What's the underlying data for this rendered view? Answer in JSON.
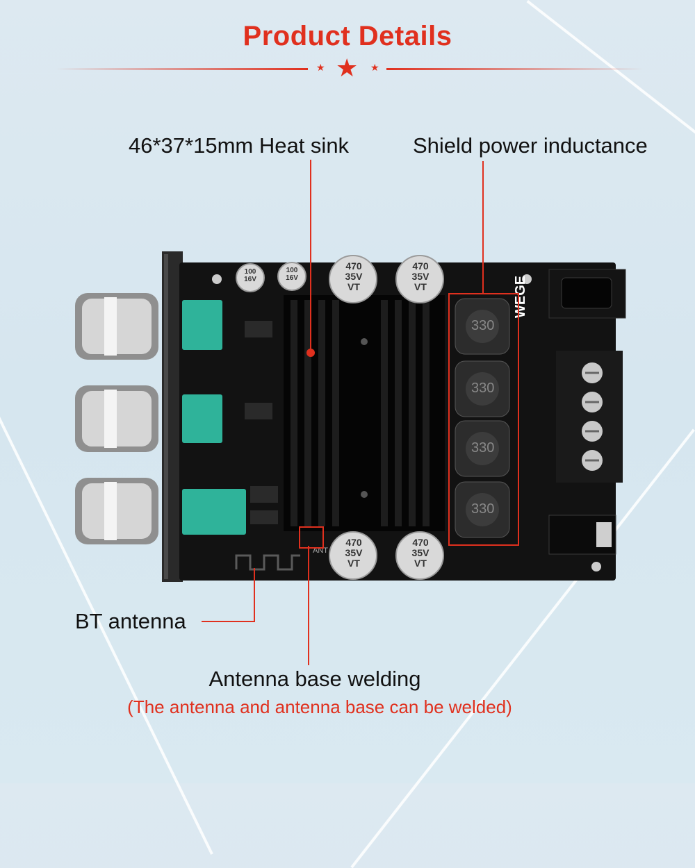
{
  "title": "Product Details",
  "labels": {
    "heat_sink": "46*37*15mm Heat sink",
    "inductance": "Shield power inductance",
    "antenna": "BT antenna",
    "antenna_base": "Antenna base welding",
    "antenna_note": "(The antenna and antenna base can be welded)"
  },
  "board_marking": {
    "brand": "WEGE",
    "inductor_code": "330",
    "cap_large": [
      "470",
      "35V",
      "VT"
    ],
    "cap_small_1": [
      "100",
      "16V"
    ],
    "cap_small_2": [
      "100",
      "16V"
    ],
    "ant_text": "ANT"
  },
  "colors": {
    "accent": "#e0301e",
    "board": "#111111",
    "potentiometer": "#2fb39a",
    "knob": "#9a9a9a"
  }
}
